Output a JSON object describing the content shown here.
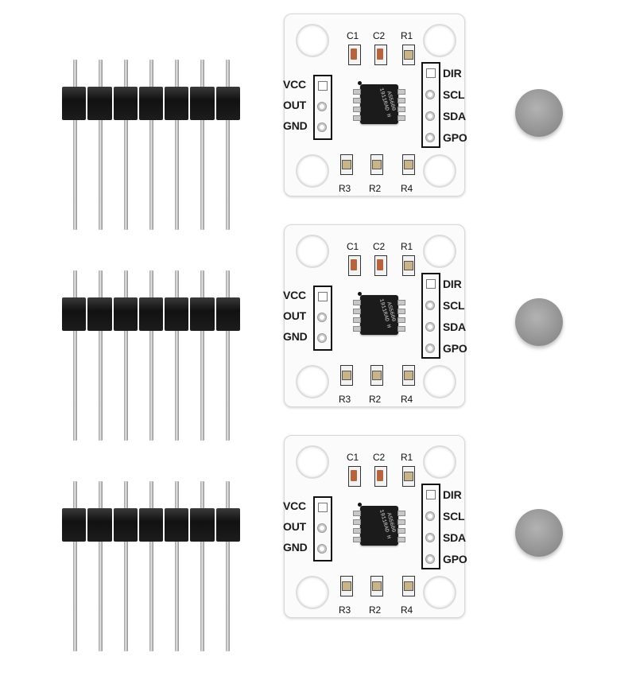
{
  "boards": [
    {
      "left_labels": [
        "VCC",
        "OUT",
        "GND"
      ],
      "right_labels": [
        "DIR",
        "SCL",
        "SDA",
        "GPO"
      ],
      "top_components": [
        "C1",
        "C2",
        "R1"
      ],
      "bottom_components": [
        "R3",
        "R2",
        "R4"
      ],
      "chip_marking": "AS5600 1911RAD H"
    },
    {
      "left_labels": [
        "VCC",
        "OUT",
        "GND"
      ],
      "right_labels": [
        "DIR",
        "SCL",
        "SDA",
        "GPO"
      ],
      "top_components": [
        "C1",
        "C2",
        "R1"
      ],
      "bottom_components": [
        "R3",
        "R2",
        "R4"
      ],
      "chip_marking": "AS5600 1911RAD H"
    },
    {
      "left_labels": [
        "VCC",
        "OUT",
        "GND"
      ],
      "right_labels": [
        "DIR",
        "SCL",
        "SDA",
        "GPO"
      ],
      "top_components": [
        "C1",
        "C2",
        "R1"
      ],
      "bottom_components": [
        "R3",
        "R2",
        "R4"
      ],
      "chip_marking": "AS5600 1911RAD H"
    }
  ],
  "header_pin_count": 7,
  "colors": {
    "pcb": "#fbfbfb",
    "silkscreen": "#111111",
    "header_plastic": "#1a1a1a",
    "magnet": "#9a9a9a"
  }
}
